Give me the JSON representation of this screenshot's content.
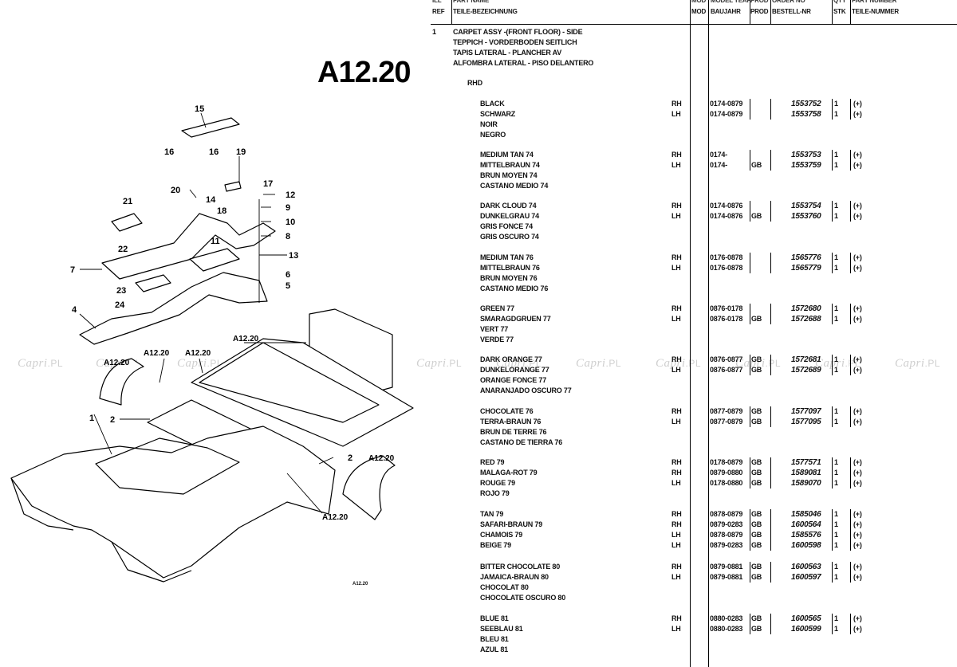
{
  "watermark": {
    "brand": "Capri",
    "tld": ".PL"
  },
  "figure_code": "A12.20",
  "figure_stamp": "A12.20",
  "callouts": [
    "15",
    "16",
    "16",
    "19",
    "17",
    "20",
    "14",
    "12",
    "18",
    "9",
    "10",
    "21",
    "11",
    "8",
    "22",
    "13",
    "7",
    "6",
    "23",
    "5",
    "24",
    "4",
    "A12.20",
    "A12.20",
    "A12.20",
    "A12.20",
    "1",
    "2",
    "2",
    "A12.20",
    "A12.20"
  ],
  "table": {
    "header_cut": {
      "ref": "ILL",
      "part": "PART NAME",
      "mod": "MOD",
      "year": "MODEL YEAR",
      "prod": "PROD",
      "order": "ORDER NO",
      "qty": "QTY",
      "part_no": "PART NUMBER"
    },
    "header": {
      "ref": "REF",
      "part": "TEILE-BEZEICHNUNG",
      "mod": "MOD",
      "year": "BAUJAHR",
      "prod": "PROD",
      "order": "BESTELL-NR",
      "qty": "STK",
      "part_no": "TEILE-NUMMER"
    },
    "item_ref": "1",
    "item_title": [
      "CARPET ASSY -(FRONT FLOOR) - SIDE",
      "TEPPICH - VORDERBODEN SEITLICH",
      "TAPIS LATERAL - PLANCHER AV",
      "ALFOMBRA LATERAL - PISO DELANTERO"
    ],
    "subhead": "RHD",
    "groups": [
      {
        "names": [
          "BLACK",
          "SCHWARZ",
          "NOIR",
          "NEGRO"
        ],
        "rows": [
          {
            "side": "RH",
            "year": "0174-0879",
            "prod": "",
            "order": "1553752",
            "qty": "1",
            "note": "(+)"
          },
          {
            "side": "LH",
            "year": "0174-0879",
            "prod": "",
            "order": "1553758",
            "qty": "1",
            "note": "(+)"
          }
        ]
      },
      {
        "names": [
          "MEDIUM TAN 74",
          "MITTELBRAUN 74",
          "BRUN MOYEN 74",
          "CASTANO MEDIO 74"
        ],
        "rows": [
          {
            "side": "RH",
            "year": "0174-",
            "prod": "",
            "order": "1553753",
            "qty": "1",
            "note": "(+)"
          },
          {
            "side": "LH",
            "year": "0174-",
            "prod": "GB",
            "order": "1553759",
            "qty": "1",
            "note": "(+)"
          }
        ]
      },
      {
        "names": [
          "DARK CLOUD 74",
          "DUNKELGRAU 74",
          "GRIS FONCE 74",
          "GRIS OSCURO 74"
        ],
        "rows": [
          {
            "side": "RH",
            "year": "0174-0876",
            "prod": "",
            "order": "1553754",
            "qty": "1",
            "note": "(+)"
          },
          {
            "side": "LH",
            "year": "0174-0876",
            "prod": "GB",
            "order": "1553760",
            "qty": "1",
            "note": "(+)"
          }
        ]
      },
      {
        "names": [
          "MEDIUM TAN 76",
          "MITTELBRAUN 76",
          "BRUN MOYEN 76",
          "CASTANO MEDIO 76"
        ],
        "rows": [
          {
            "side": "RH",
            "year": "0176-0878",
            "prod": "",
            "order": "1565776",
            "qty": "1",
            "note": "(+)"
          },
          {
            "side": "LH",
            "year": "0176-0878",
            "prod": "",
            "order": "1565779",
            "qty": "1",
            "note": "(+)"
          }
        ]
      },
      {
        "names": [
          "GREEN 77",
          "SMARAGDGRUEN 77",
          "VERT 77",
          "VERDE 77"
        ],
        "rows": [
          {
            "side": "RH",
            "year": "0876-0178",
            "prod": "",
            "order": "1572680",
            "qty": "1",
            "note": "(+)"
          },
          {
            "side": "LH",
            "year": "0876-0178",
            "prod": "GB",
            "order": "1572688",
            "qty": "1",
            "note": "(+)"
          }
        ]
      },
      {
        "names": [
          "DARK ORANGE 77",
          "DUNKELORANGE 77",
          "ORANGE FONCE 77",
          "ANARANJADO OSCURO 77"
        ],
        "rows": [
          {
            "side": "RH",
            "year": "0876-0877",
            "prod": "GB",
            "order": "1572681",
            "qty": "1",
            "note": "(+)"
          },
          {
            "side": "LH",
            "year": "0876-0877",
            "prod": "GB",
            "order": "1572689",
            "qty": "1",
            "note": "(+)"
          }
        ]
      },
      {
        "names": [
          "CHOCOLATE 76",
          "TERRA-BRAUN 76",
          "BRUN DE TERRE 76",
          "CASTANO DE TIERRA 76"
        ],
        "rows": [
          {
            "side": "RH",
            "year": "0877-0879",
            "prod": "GB",
            "order": "1577097",
            "qty": "1",
            "note": "(+)"
          },
          {
            "side": "LH",
            "year": "0877-0879",
            "prod": "GB",
            "order": "1577095",
            "qty": "1",
            "note": "(+)"
          }
        ]
      },
      {
        "names": [
          "RED 79",
          "MALAGA-ROT 79",
          "ROUGE 79",
          "ROJO 79"
        ],
        "rows": [
          {
            "side": "RH",
            "year": "0178-0879",
            "prod": "GB",
            "order": "1577571",
            "qty": "1",
            "note": "(+)"
          },
          {
            "side": "RH",
            "year": "0879-0880",
            "prod": "GB",
            "order": "1589081",
            "qty": "1",
            "note": "(+)"
          },
          {
            "side": "LH",
            "year": "0178-0880",
            "prod": "GB",
            "order": "1589070",
            "qty": "1",
            "note": "(+)"
          }
        ]
      },
      {
        "names": [
          "TAN 79",
          "SAFARI-BRAUN 79",
          "CHAMOIS 79",
          "BEIGE 79"
        ],
        "rows": [
          {
            "side": "RH",
            "year": "0878-0879",
            "prod": "GB",
            "order": "1585046",
            "qty": "1",
            "note": "(+)"
          },
          {
            "side": "RH",
            "year": "0879-0283",
            "prod": "GB",
            "order": "1600564",
            "qty": "1",
            "note": "(+)"
          },
          {
            "side": "LH",
            "year": "0878-0879",
            "prod": "GB",
            "order": "1585576",
            "qty": "1",
            "note": "(+)"
          },
          {
            "side": "LH",
            "year": "0879-0283",
            "prod": "GB",
            "order": "1600598",
            "qty": "1",
            "note": "(+)"
          }
        ]
      },
      {
        "names": [
          "BITTER CHOCOLATE 80",
          "JAMAICA-BRAUN 80",
          "CHOCOLAT 80",
          "CHOCOLATE OSCURO 80"
        ],
        "rows": [
          {
            "side": "RH",
            "year": "0879-0881",
            "prod": "GB",
            "order": "1600563",
            "qty": "1",
            "note": "(+)"
          },
          {
            "side": "LH",
            "year": "0879-0881",
            "prod": "GB",
            "order": "1600597",
            "qty": "1",
            "note": "(+)"
          }
        ]
      },
      {
        "names": [
          "BLUE 81",
          "SEEBLAU 81",
          "BLEU 81",
          "AZUL 81"
        ],
        "rows": [
          {
            "side": "RH",
            "year": "0880-0283",
            "prod": "GB",
            "order": "1600565",
            "qty": "1",
            "note": "(+)"
          },
          {
            "side": "LH",
            "year": "0880-0283",
            "prod": "GB",
            "order": "1600599",
            "qty": "1",
            "note": "(+)"
          }
        ]
      }
    ]
  }
}
